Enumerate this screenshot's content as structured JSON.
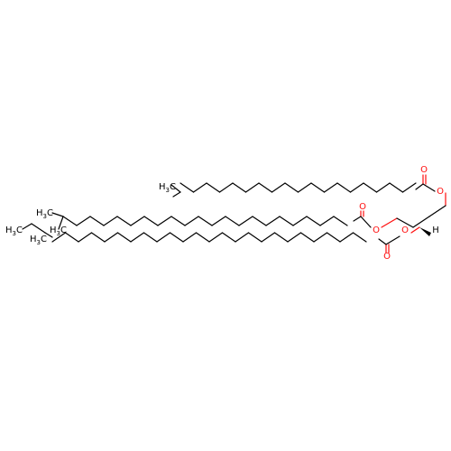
{
  "molecule": {
    "atom_labels": {
      "oxygen": "O",
      "hydrogen": "H",
      "carbon": "C"
    },
    "methyl_groups": [
      {
        "id": "chain-1-terminal-methyl",
        "h": "H",
        "sub": "3",
        "c": "C"
      },
      {
        "id": "chain-2-terminal-methyl-upper",
        "h": "H",
        "sub": "3",
        "c": "C"
      },
      {
        "id": "chain-2-terminal-methyl-lower",
        "h": "H",
        "sub": "3",
        "c": "C"
      },
      {
        "id": "chain-3-ethyl-methyl",
        "h": "H",
        "sub": "3",
        "c": "C"
      },
      {
        "id": "chain-3-branch-methyl",
        "h": "H",
        "sub": "3",
        "c": "C"
      }
    ],
    "colors": {
      "bond": "#000000",
      "oxygen": "#ff0d0d"
    }
  }
}
